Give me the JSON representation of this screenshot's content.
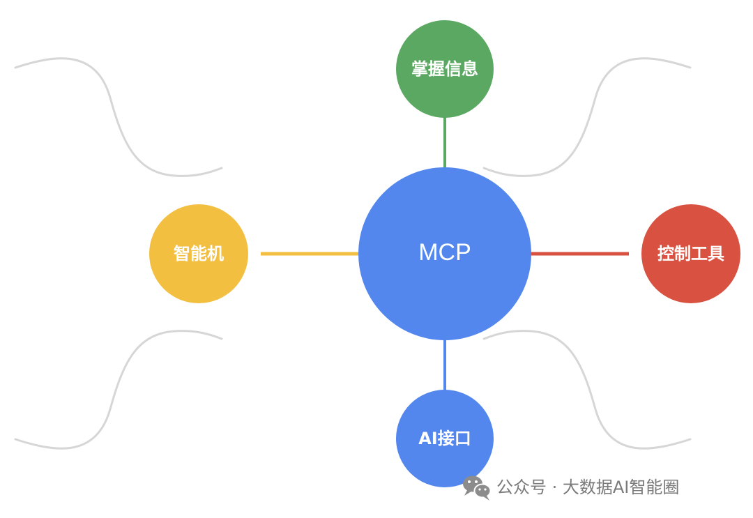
{
  "center_node": {
    "label": "MCP",
    "color": "#5387ee"
  },
  "nodes": {
    "top": {
      "label": "掌握信息",
      "color": "#5aa862"
    },
    "left": {
      "label": "智能机",
      "color": "#f2bf41"
    },
    "right": {
      "label": "控制工具",
      "color": "#d95140"
    },
    "bottom": {
      "label": "AI接口",
      "color": "#5387ee"
    }
  },
  "decor_curve_color": "#d6d6d6",
  "watermark": {
    "icon": "wechat-icon",
    "text": "公众号 · 大数据AI智能圈"
  }
}
